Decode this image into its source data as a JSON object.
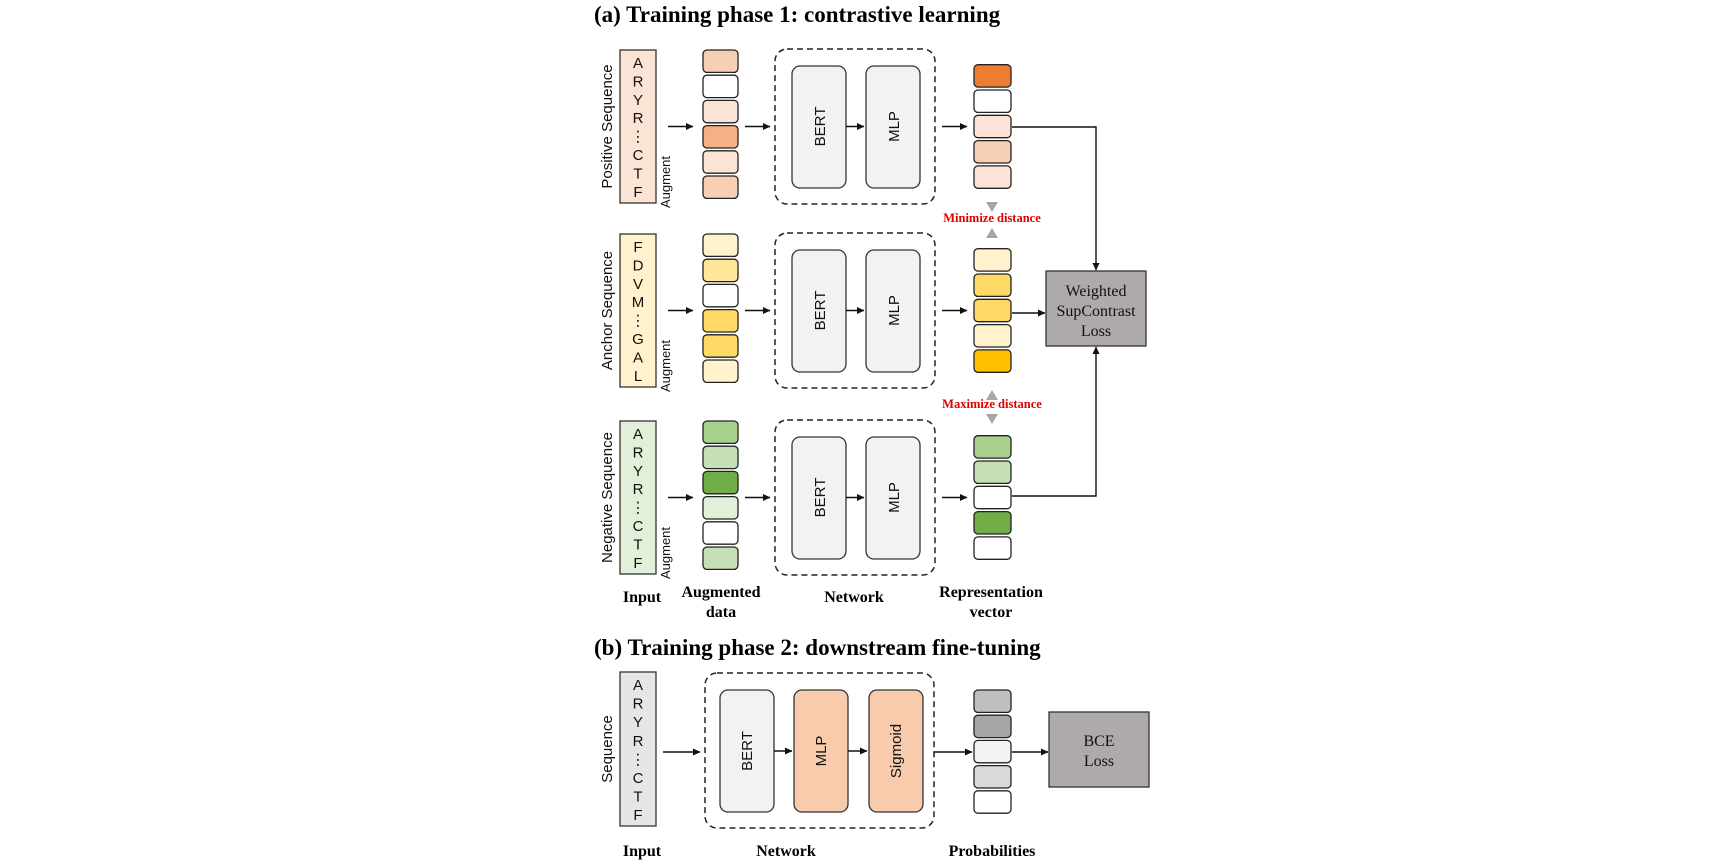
{
  "section_a": {
    "title": "(a) Training phase 1: contrastive  learning",
    "rows": [
      {
        "sequence_label": "Positive Sequence",
        "sequence_chars": [
          "A",
          "R",
          "Y",
          "R",
          "⋮",
          "C",
          "T",
          "F"
        ],
        "sequence_fill": "#fbe3d5",
        "augment_label": "Augment",
        "augmented_cells": [
          "#f7cfb4",
          "#ffffff",
          "#fbe3d5",
          "#f4b183",
          "#fbe3d5",
          "#f7cfb4"
        ],
        "network": {
          "bert_label": "BERT",
          "mlp_label": "MLP"
        },
        "representation_cells": [
          "#ed7d31",
          "#ffffff",
          "#fbe3d5",
          "#f7cfb4",
          "#fbe3d5"
        ]
      },
      {
        "sequence_label": "Anchor Sequence",
        "sequence_chars": [
          "F",
          "D",
          "V",
          "M",
          "⋮",
          "G",
          "A",
          "L"
        ],
        "sequence_fill": "#fff2cc",
        "augment_label": "Augment",
        "augmented_cells": [
          "#fff2cc",
          "#ffe699",
          "#ffffff",
          "#ffd966",
          "#ffd966",
          "#fff2cc"
        ],
        "network": {
          "bert_label": "BERT",
          "mlp_label": "MLP"
        },
        "representation_cells": [
          "#fff2cc",
          "#ffd966",
          "#ffd966",
          "#fff2cc",
          "#ffc000"
        ]
      },
      {
        "sequence_label": "Negative Sequence",
        "sequence_chars": [
          "A",
          "R",
          "Y",
          "R",
          "⋮",
          "C",
          "T",
          "F"
        ],
        "sequence_fill": "#e2f0d9",
        "augment_label": "Augment",
        "augmented_cells": [
          "#a9d18e",
          "#c5e0b4",
          "#70ad47",
          "#e2f0d9",
          "#ffffff",
          "#c5e0b4"
        ],
        "network": {
          "bert_label": "BERT",
          "mlp_label": "MLP"
        },
        "representation_cells": [
          "#a9d18e",
          "#c5e0b4",
          "#ffffff",
          "#70ad47",
          "#ffffff"
        ]
      }
    ],
    "minimize_label": "Minimize distance",
    "maximize_label": "Maximize distance",
    "loss": {
      "lines": [
        "Weighted",
        "SupContrast",
        "Loss"
      ],
      "fill": "#aeaaaa"
    },
    "captions": {
      "input": "Input",
      "augmented_line1": "Augmented",
      "augmented_line2": "data",
      "network": "Network",
      "representation_line1": "Representation",
      "representation_line2": "vector"
    }
  },
  "section_b": {
    "title": "(b) Training phase 2: downstream fine-tuning",
    "sequence_label": "Sequence",
    "sequence_chars": [
      "A",
      "R",
      "Y",
      "R",
      "⋮",
      "C",
      "T",
      "F"
    ],
    "sequence_fill": "#e7e6e6",
    "modules": [
      {
        "label": "BERT",
        "fill": "#f2f2f2"
      },
      {
        "label": "MLP",
        "fill": "#f8cbad"
      },
      {
        "label": "Sigmoid",
        "fill": "#f8cbad"
      }
    ],
    "probability_cells": [
      "#bfbfbf",
      "#a6a6a6",
      "#f2f2f2",
      "#d9d9d9",
      "#ffffff"
    ],
    "loss": {
      "lines": [
        "BCE",
        "Loss"
      ],
      "fill": "#aeaaaa"
    },
    "captions": {
      "input": "Input",
      "network": "Network",
      "probabilities": "Probabilities"
    }
  },
  "colors": {
    "module_fill": "#f2f2f2",
    "distance_arrow": "#a6a6a6",
    "distance_text": "#e00000"
  }
}
